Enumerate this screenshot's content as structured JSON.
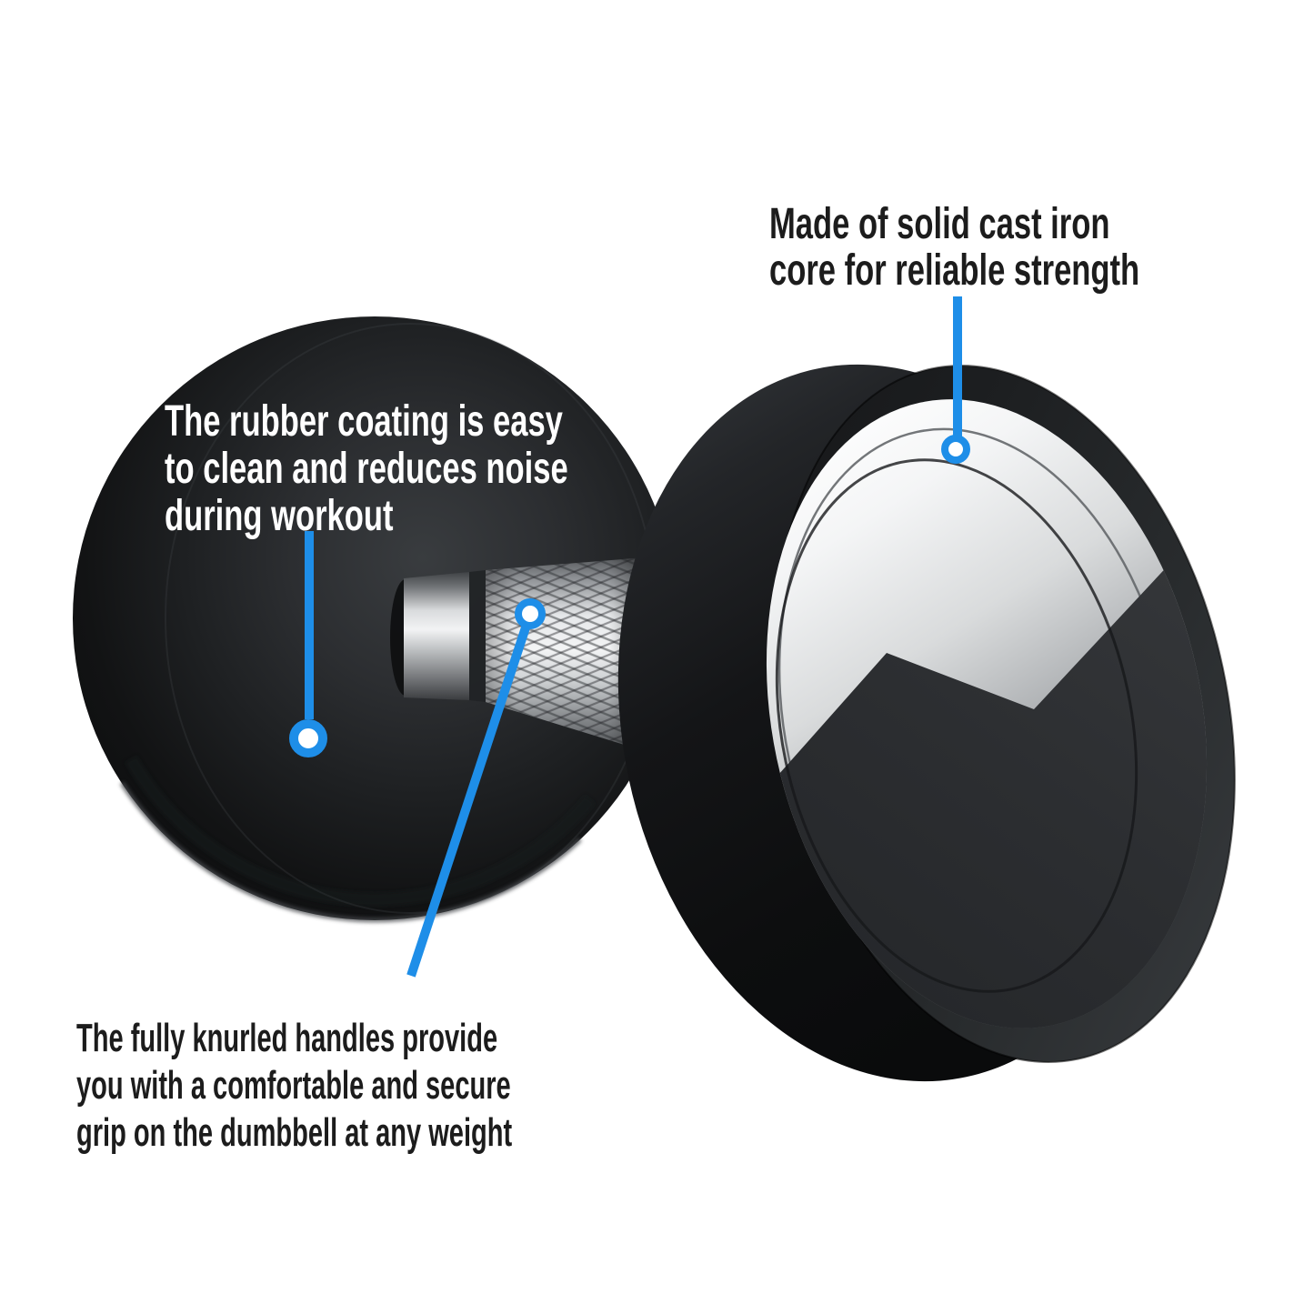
{
  "annotations": {
    "cast_iron": {
      "text": "Made of solid cast iron\ncore for reliable strength"
    },
    "rubber_coating": {
      "text": "The rubber coating is easy\nto clean and reduces noise\nduring workout"
    },
    "knurled_handle": {
      "text": "The fully knurled handles provide\nyou with a comfortable and secure\ngrip on the dumbbell at any weight"
    }
  },
  "colors": {
    "background": "#ffffff",
    "callout_blue": "#1e8ee8",
    "text_dark": "#1c1c1c",
    "text_light": "#ffffff",
    "rubber_black": "#141517",
    "chrome_light": "#f4f5f6"
  }
}
